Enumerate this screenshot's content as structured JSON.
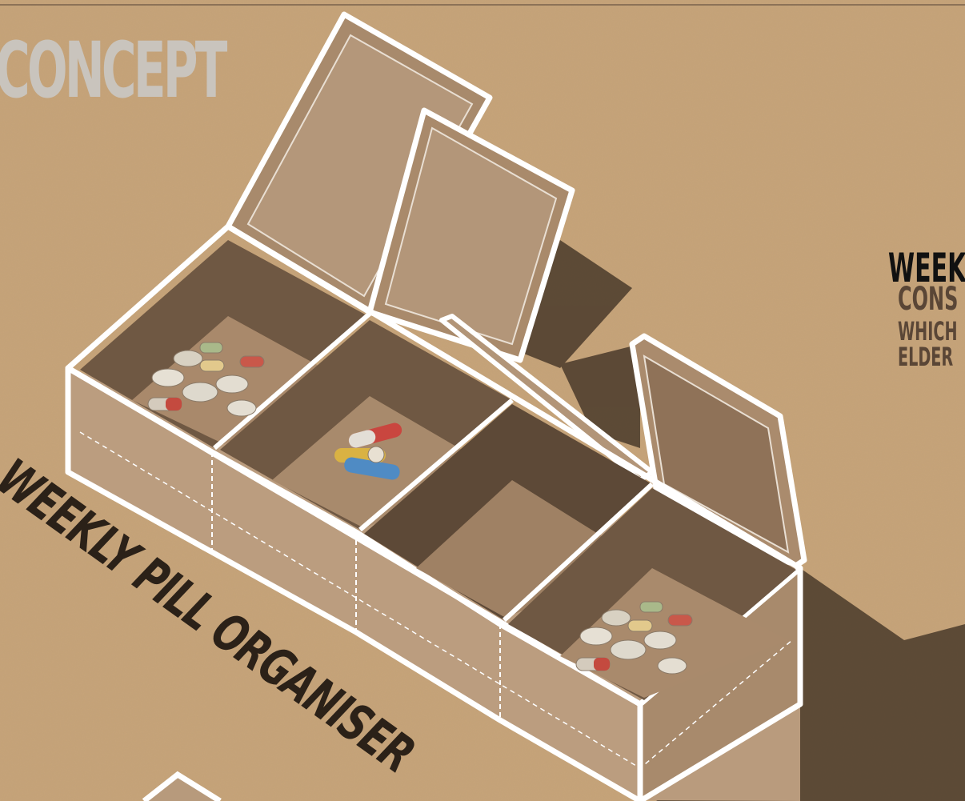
{
  "heading": "CONCEPT",
  "product_label": "WEEKLY PILL ORGANISER",
  "side_text": {
    "line1": "WEEK",
    "line2": "CONS",
    "line3": "WHICH",
    "line4": "ELDER"
  },
  "colors": {
    "background": "#c7a479",
    "box_outline": "#ffffff",
    "heading": "#c9c4bd",
    "label": "#2b2118"
  }
}
